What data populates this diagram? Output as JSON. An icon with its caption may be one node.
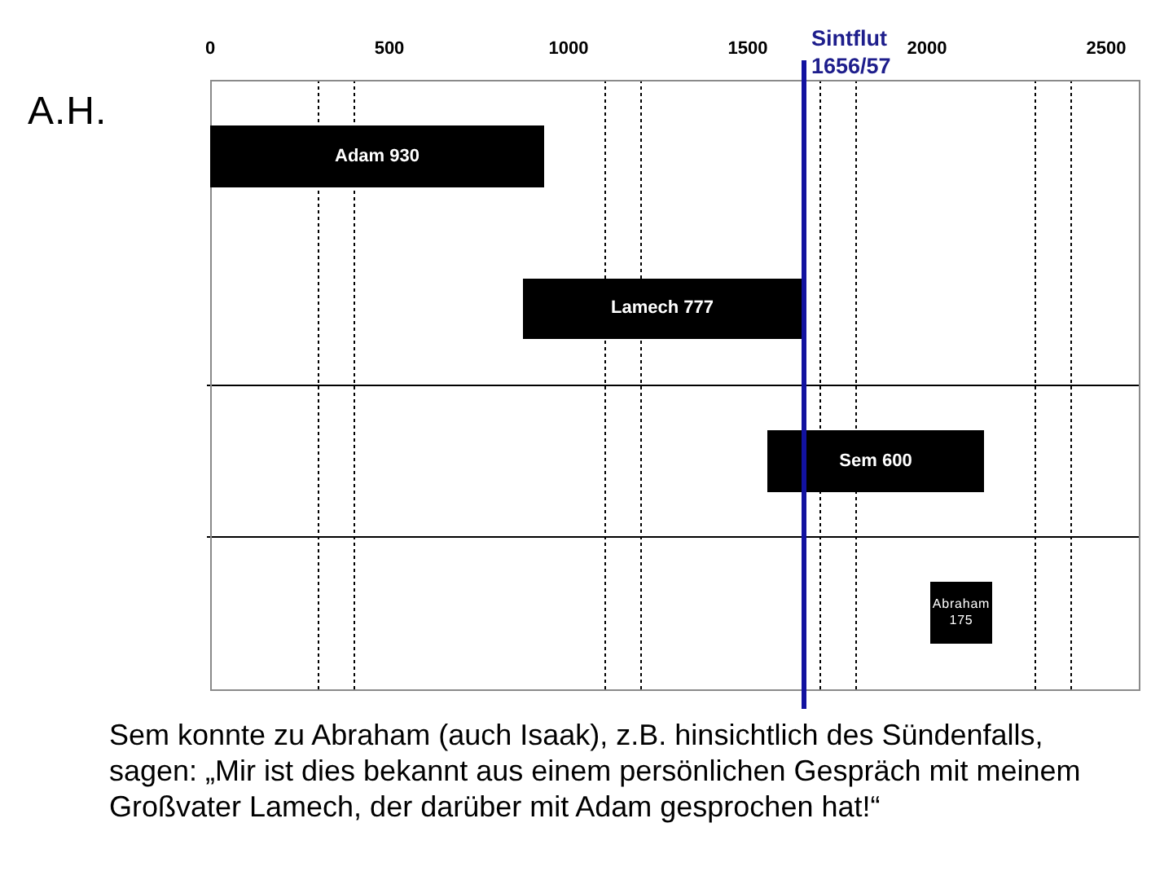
{
  "diagram": {
    "nodes": [
      {
        "text": [
          "Adam 930"
        ]
      },
      {
        "text": [
          "Lamech 777"
        ]
      },
      {
        "text": [
          "Sem 600"
        ]
      },
      {
        "text": [
          "Abraham 175"
        ]
      }
    ],
    "labels": [
      "0",
      "500",
      "1000",
      "1500",
      "Sintflut 1656/57",
      "2000",
      "2500",
      "A.H."
    ],
    "caption": "Sem konnte zu Abraham (auch Isaak), z.B. hinsichtlich des Sündenfalls, sagen: „Mir ist dies bekannt aus einem persönlichen Gespräch mit meinem Großvater Lamech, der darüber mit Adam gesprochen hat!“"
  }
}
